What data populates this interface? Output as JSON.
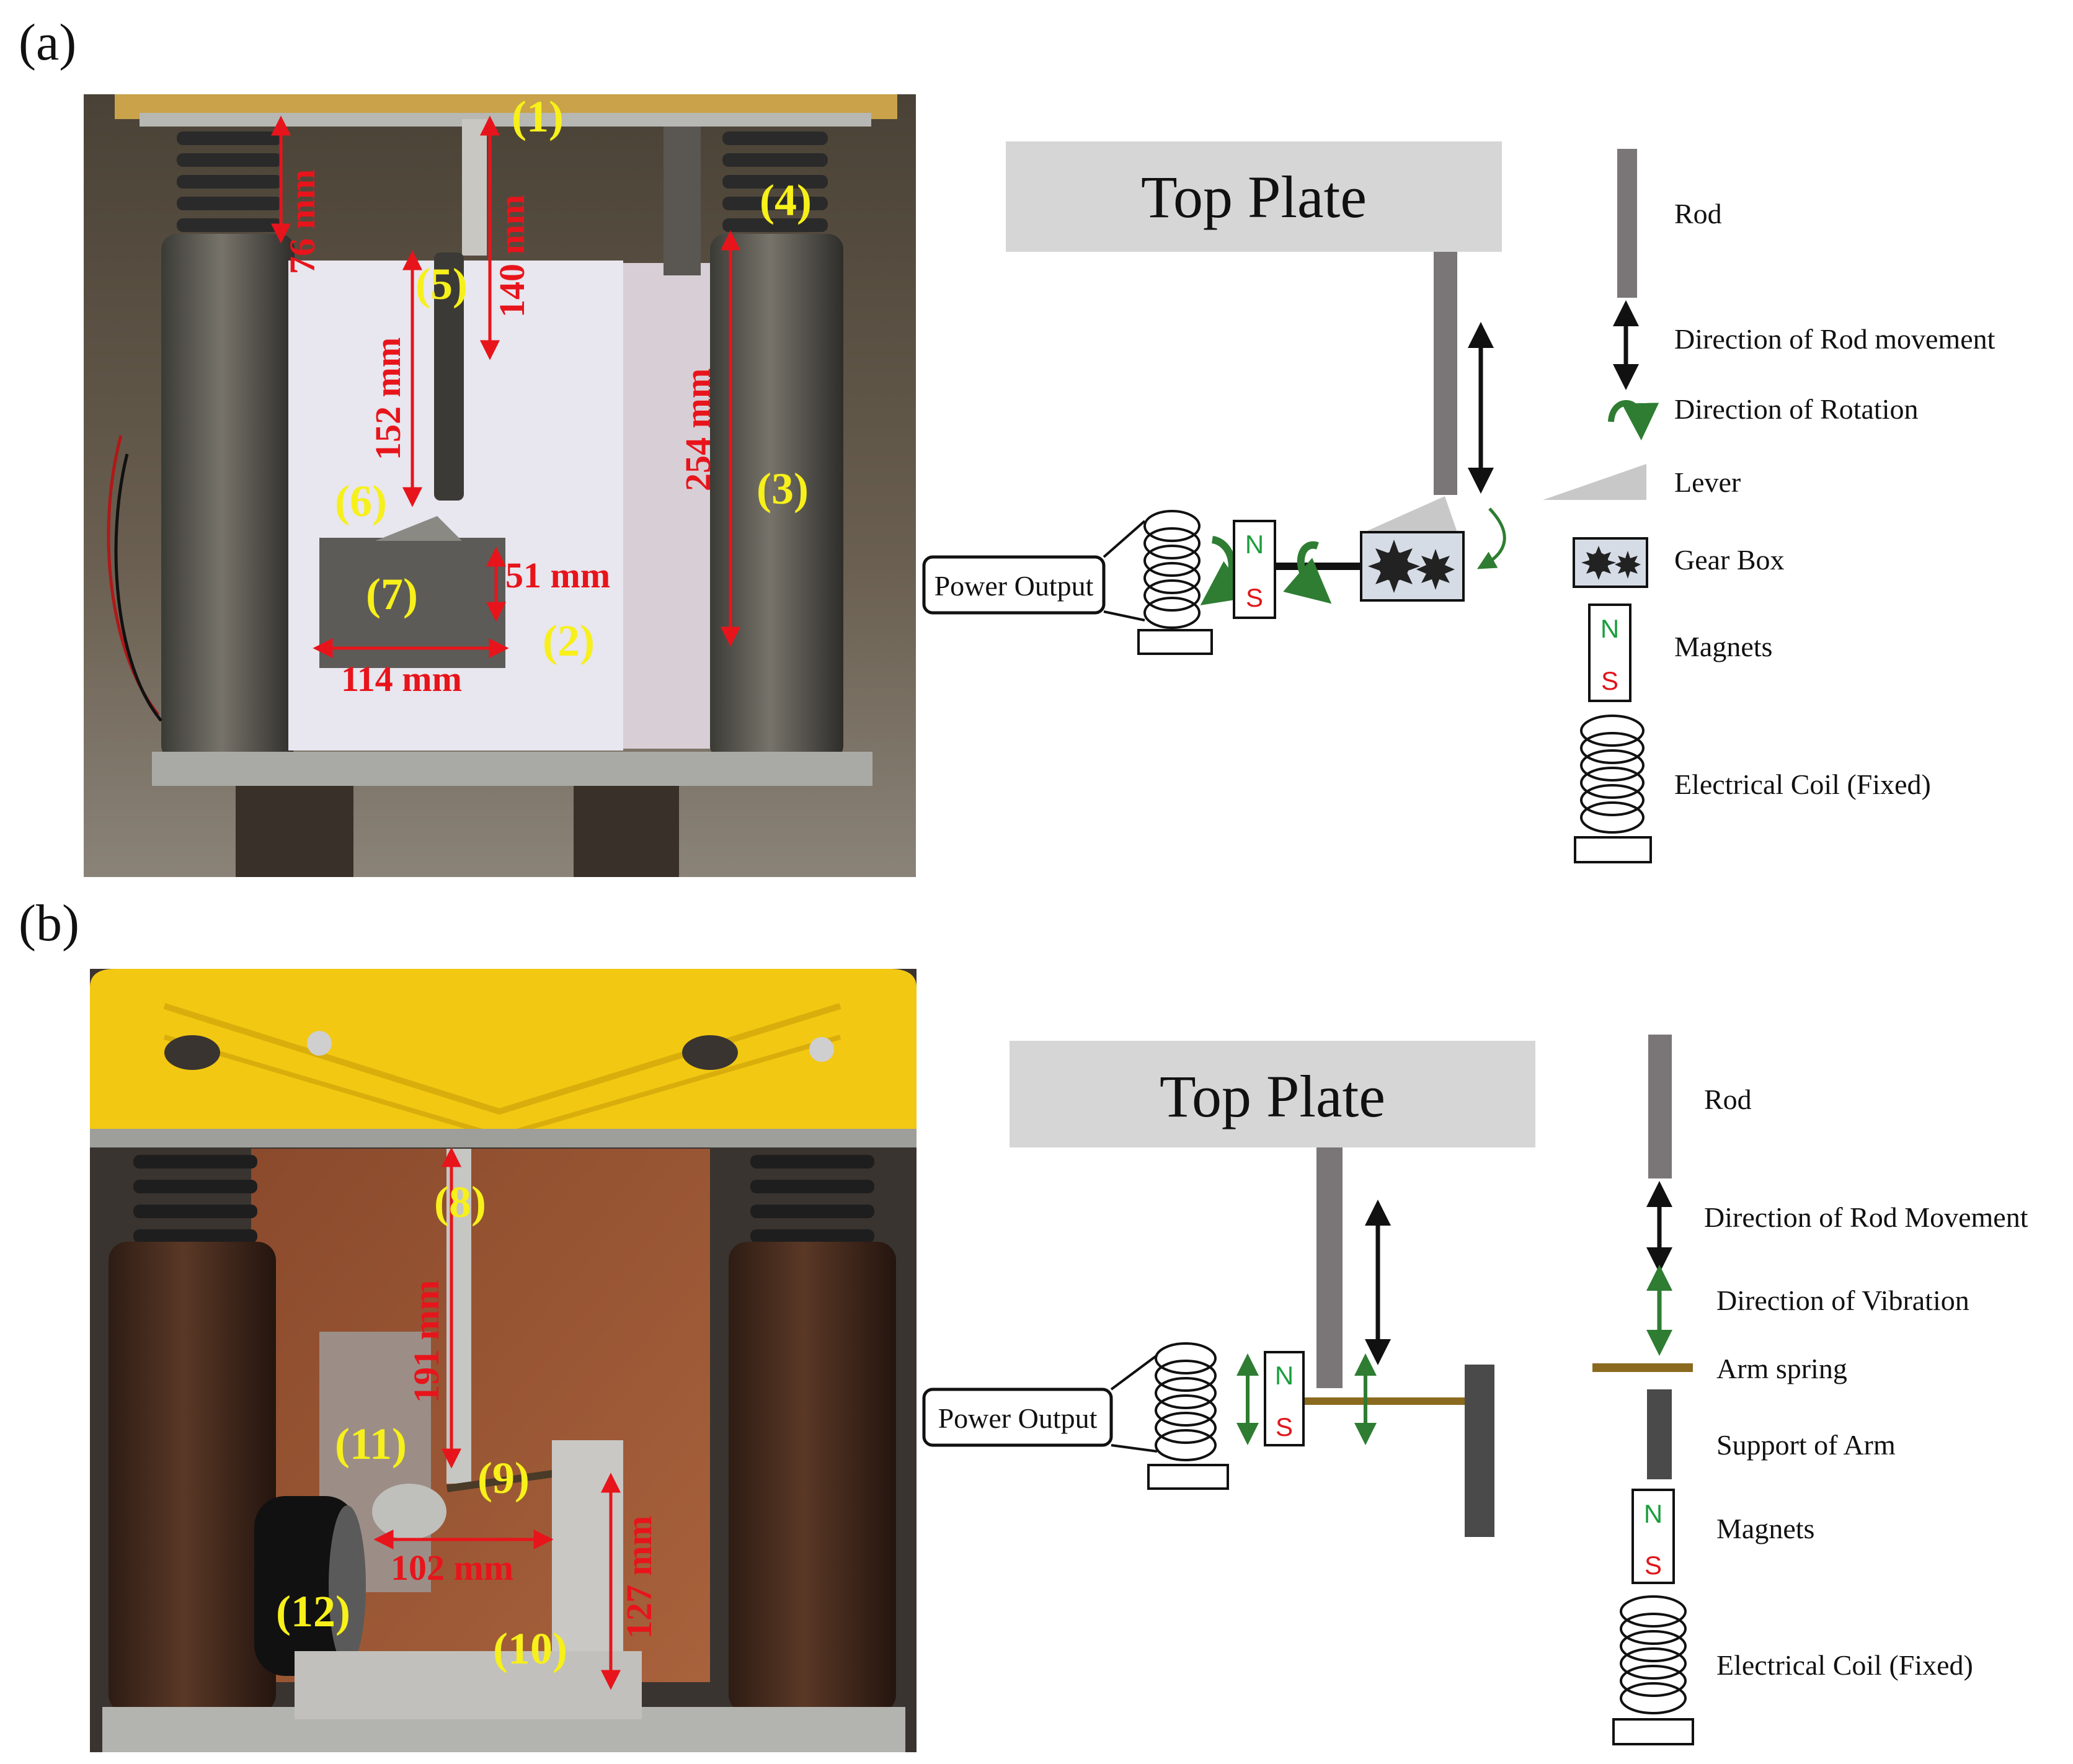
{
  "panel_a": {
    "letter": "(a)",
    "photo_labels": {
      "n1": "(1)",
      "n2": "(2)",
      "n3": "(3)",
      "n4": "(4)",
      "n5": "(5)",
      "n6": "(6)",
      "n7": "(7)"
    },
    "dimensions": {
      "d76": "76 mm",
      "d140": "140 mm",
      "d152": "152 mm",
      "d254": "254 mm",
      "d51": "51 mm",
      "d114": "114 mm"
    },
    "schematic": {
      "top_plate": "Top Plate",
      "power_output": "Power Output",
      "magnet_n": "N",
      "magnet_s": "S"
    },
    "legend": {
      "rod": "Rod",
      "rod_movement": "Direction of Rod movement",
      "rotation": "Direction of Rotation",
      "lever": "Lever",
      "gear_box": "Gear Box",
      "magnets": "Magnets",
      "magnet_n": "N",
      "magnet_s": "S",
      "coil": "Electrical Coil (Fixed)"
    }
  },
  "panel_b": {
    "letter": "(b)",
    "photo_labels": {
      "n8": "(8)",
      "n9": "(9)",
      "n10": "(10)",
      "n11": "(11)",
      "n12": "(12)"
    },
    "dimensions": {
      "d191": "191 mm",
      "d102": "102 mm",
      "d127": "127 mm"
    },
    "schematic": {
      "top_plate": "Top Plate",
      "power_output": "Power Output",
      "magnet_n": "N",
      "magnet_s": "S"
    },
    "legend": {
      "rod": "Rod",
      "rod_movement": "Direction of Rod Movement",
      "vibration": "Direction of Vibration",
      "arm_spring": "Arm spring",
      "support": "Support of Arm",
      "magnets": "Magnets",
      "magnet_n": "N",
      "magnet_s": "S",
      "coil": "Electrical Coil (Fixed)"
    }
  },
  "colors": {
    "rod": "#7a7576",
    "arrow_black": "#111111",
    "arrow_green": "#2e7d32",
    "plate": "#d6d6d6",
    "lever": "#c8c8c8",
    "gearbox": "#d6dce6",
    "arm_spring": "#8a6a1e",
    "support": "#4a4a4a",
    "magnet_n": "#1b9e3e",
    "magnet_s": "#e0161b",
    "label_yellow": "#f7f01a",
    "label_red": "#e8141b"
  }
}
